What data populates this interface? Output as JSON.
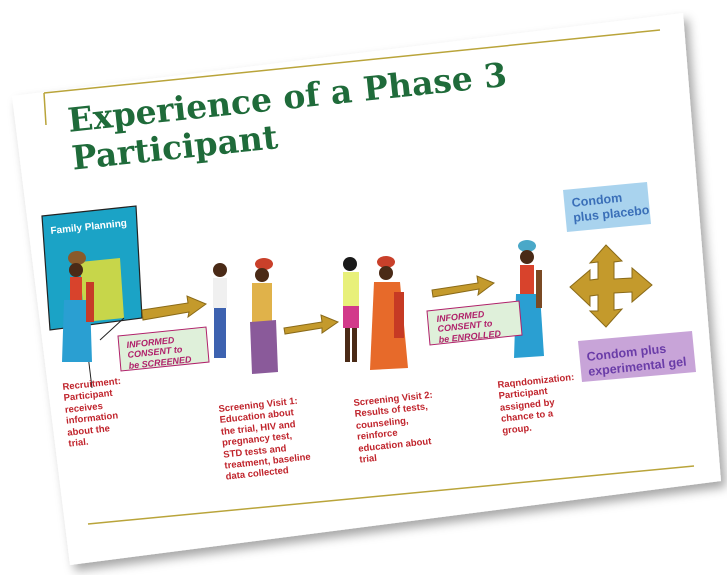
{
  "title": "Experience of a Phase 3\nParticipant",
  "family_planning_label": "Family Planning",
  "consent_screened": "INFORMED\nCONSENT to\nbe SCREENED",
  "consent_enrolled": "INFORMED\nCONSENT to\nbe ENROLLED",
  "steps": [
    {
      "name": "recruitment",
      "text": "Recruitment:\nParticipant\nreceives\ninformation\nabout the\ntrial."
    },
    {
      "name": "screening-visit-1",
      "text": "Screening Visit 1:\nEducation about\nthe trial, HIV and\npregnancy test,\nSTD tests and\ntreatment, baseline\ndata collected"
    },
    {
      "name": "screening-visit-2",
      "text": "Screening Visit 2:\nResults of tests,\ncounseling,\nreinforce\neducation about\ntrial"
    },
    {
      "name": "randomization",
      "text": "Raqndomization:\nParticipant\nassigned by\nchance to a\ngroup."
    }
  ],
  "groups": {
    "placebo": "Condom\nplus placebo",
    "experimental": "Condom plus\nexperimental gel"
  },
  "colors": {
    "title": "#1f6b3a",
    "caption": "#c0242c",
    "consent": "#b0206a",
    "arrow": "#c49a2c",
    "rule": "#b9a43a",
    "placebo_box": "#a9d3ee",
    "experimental_box": "#c8a4d8",
    "family_planning_box": "#1ba3c6"
  }
}
